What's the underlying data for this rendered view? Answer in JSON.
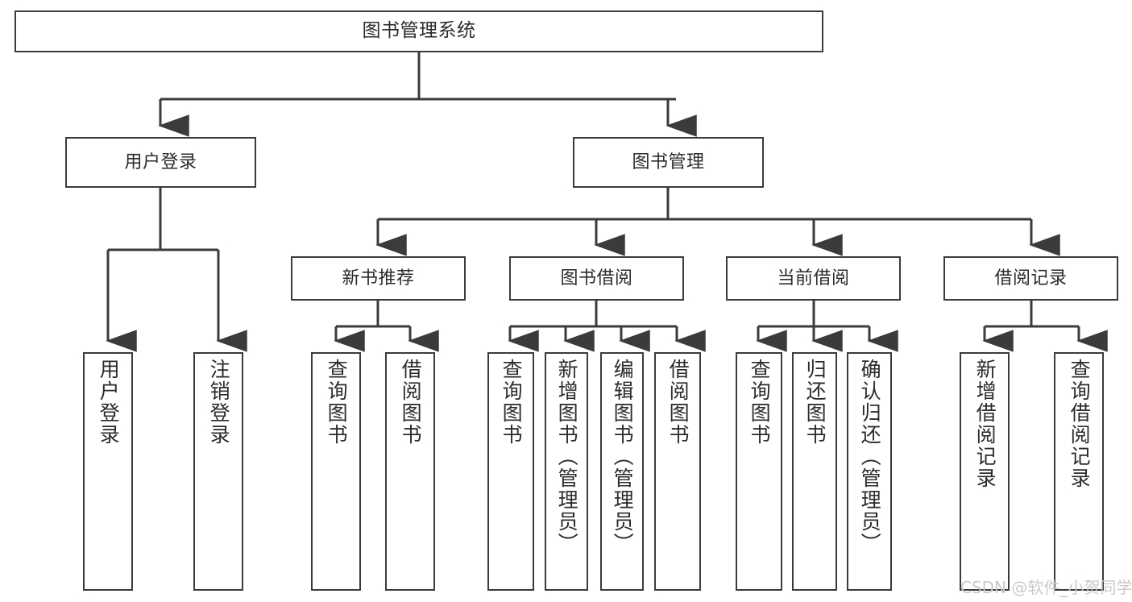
{
  "diagram": {
    "type": "tree-hierarchy",
    "title": "图书管理系统",
    "root": {
      "label": "图书管理系统"
    },
    "level2": [
      {
        "label": "用户登录"
      },
      {
        "label": "图书管理"
      }
    ],
    "level3": [
      {
        "label": "新书推荐"
      },
      {
        "label": "图书借阅"
      },
      {
        "label": "当前借阅"
      },
      {
        "label": "借阅记录"
      }
    ],
    "leaves": {
      "user_login": [
        {
          "label": "用户登录"
        },
        {
          "label": "注销登录"
        }
      ],
      "new_book_recommend": [
        {
          "label": "查询图书"
        },
        {
          "label": "借阅图书"
        }
      ],
      "book_borrow": [
        {
          "label": "查询图书"
        },
        {
          "label": "新增图书（管理员）"
        },
        {
          "label": "编辑图书（管理员）"
        },
        {
          "label": "借阅图书"
        }
      ],
      "current_borrow": [
        {
          "label": "查询图书"
        },
        {
          "label": "归还图书"
        },
        {
          "label": "确认归还（管理员）"
        }
      ],
      "borrow_record": [
        {
          "label": "新增借阅记录"
        },
        {
          "label": "查询借阅记录"
        }
      ]
    }
  },
  "watermark": {
    "text": "CSDN @软件_小贺同学"
  },
  "colors": {
    "stroke": "#3b3b3b",
    "box_fill": "#ffffff",
    "text": "#2b2b2b",
    "watermark": "#c9c9c9",
    "background": "#ffffff"
  }
}
